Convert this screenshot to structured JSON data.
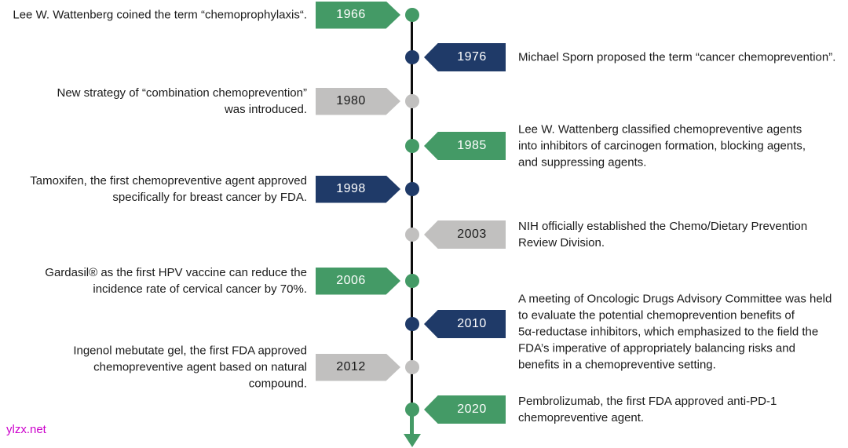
{
  "page": {
    "background": "#ffffff"
  },
  "watermark": {
    "text": "ylzx.net",
    "color": "#cc00cc"
  },
  "colors": {
    "green": "#449a66",
    "navy": "#1f3a68",
    "gray": "#c1c0bf",
    "line": "#0d0d0d",
    "body_text": "#1a1a1a",
    "year_text_light": "#ffffff",
    "year_text_dark": "#1a1a1a"
  },
  "timeline": {
    "orientation": "vertical",
    "direction": "down",
    "events": [
      {
        "year": "1966",
        "side": "left",
        "color": "green",
        "text": "Lee W. Wattenberg coined the term “chemoprophylaxis“."
      },
      {
        "year": "1976",
        "side": "right",
        "color": "navy",
        "text": "Michael Sporn proposed the term “cancer chemoprevention”."
      },
      {
        "year": "1980",
        "side": "left",
        "color": "gray",
        "text": "New strategy of “combination chemoprevention”\nwas introduced."
      },
      {
        "year": "1985",
        "side": "right",
        "color": "green",
        "text": "Lee W. Wattenberg  classified chemopreventive agents\ninto inhibitors of carcinogen formation, blocking agents,\nand suppressing agents."
      },
      {
        "year": "1998",
        "side": "left",
        "color": "navy",
        "text": "Tamoxifen, the first chemopreventive agent approved\nspecifically for breast cancer by FDA."
      },
      {
        "year": "2003",
        "side": "right",
        "color": "gray",
        "text": "NIH officially established the Chemo/Dietary Prevention\nReview Division."
      },
      {
        "year": "2006",
        "side": "left",
        "color": "green",
        "text": "Gardasil® as the first HPV vaccine can reduce the\nincidence rate of cervical cancer by 70%."
      },
      {
        "year": "2010",
        "side": "right",
        "color": "navy",
        "text": "A meeting of Oncologic Drugs Advisory Committee was held\nto evaluate the potential chemoprevention benefits of\n5α-reductase inhibitors, which emphasized to the field the\nFDA’s imperative of appropriately balancing risks and\nbenefits in a chemopreventive setting."
      },
      {
        "year": "2012",
        "side": "left",
        "color": "gray",
        "text": "Ingenol mebutate gel, the first FDA approved\nchemopreventive agent based on natural\ncompound."
      },
      {
        "year": "2020",
        "side": "right",
        "color": "green",
        "text": "Pembrolizumab, the first FDA approved anti-PD-1\nchemopreventive agent."
      }
    ]
  }
}
